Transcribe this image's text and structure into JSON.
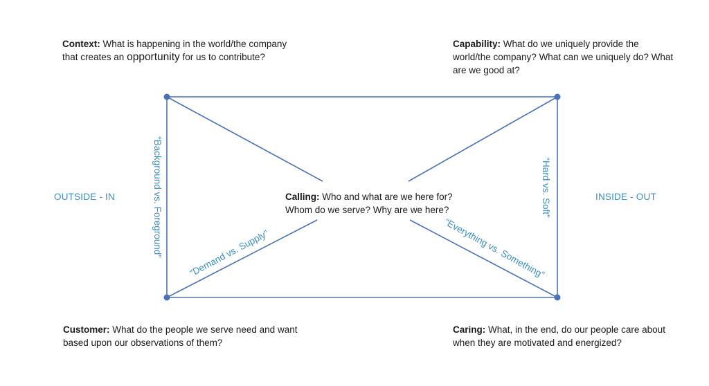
{
  "context": {
    "label": "Context:",
    "text_a": "What is happening in the world/the company that creates an",
    "emphasis": "opportunity",
    "text_b": "for us to contribute?"
  },
  "capability": {
    "label": "Capability:",
    "text": "What do we uniquely provide the world/the company? What can we uniquely do? What are we good at?"
  },
  "calling": {
    "label": "Calling:",
    "line1": "Who and what are we here for?",
    "line2": "Whom do we serve? Why are we here?"
  },
  "customer": {
    "label": "Customer:",
    "text": "What do the people we serve need and want based upon our observations of them?"
  },
  "caring": {
    "label": "Caring:",
    "text": "What, in the end, do our people care about when they are motivated and energized?"
  },
  "sides": {
    "left": "OUTSIDE - IN",
    "right": "INSIDE - OUT"
  },
  "edge_labels": {
    "left": "“Background vs. Foreground”",
    "right": "“Hard vs. Soft”",
    "bottom_left": "“Demand vs. Supply”",
    "bottom_right": "“Everything vs. Something”"
  },
  "colors": {
    "line": "#4a72b8",
    "node": "#4a72b8",
    "label": "#3a8fc6"
  }
}
